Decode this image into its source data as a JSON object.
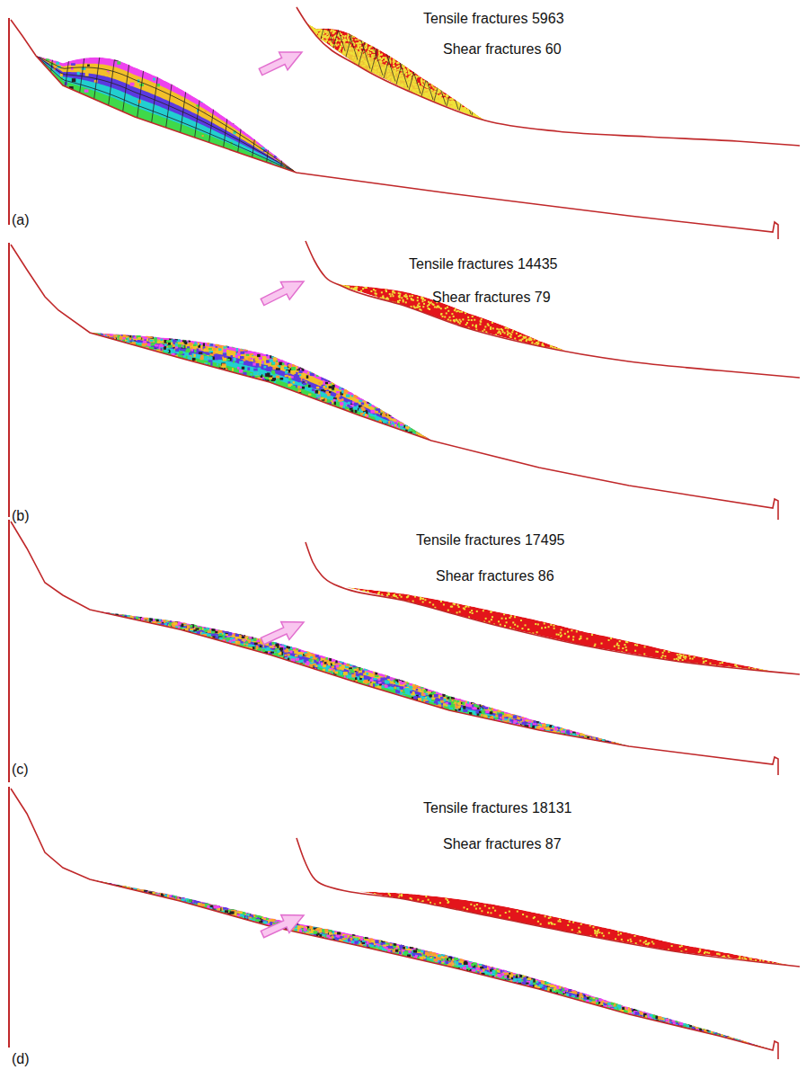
{
  "diagram": {
    "labels": [
      "Tensile fractures 5963",
      "Shear fractures 60",
      "(a)",
      "Tensile fractures 14435",
      "Shear fractures 79",
      "(b)",
      "Tensile fractures 17495",
      "Shear fractures 86",
      "(c)",
      "Tensile fractures 18131",
      "Shear fractures 87",
      "(d)"
    ]
  }
}
